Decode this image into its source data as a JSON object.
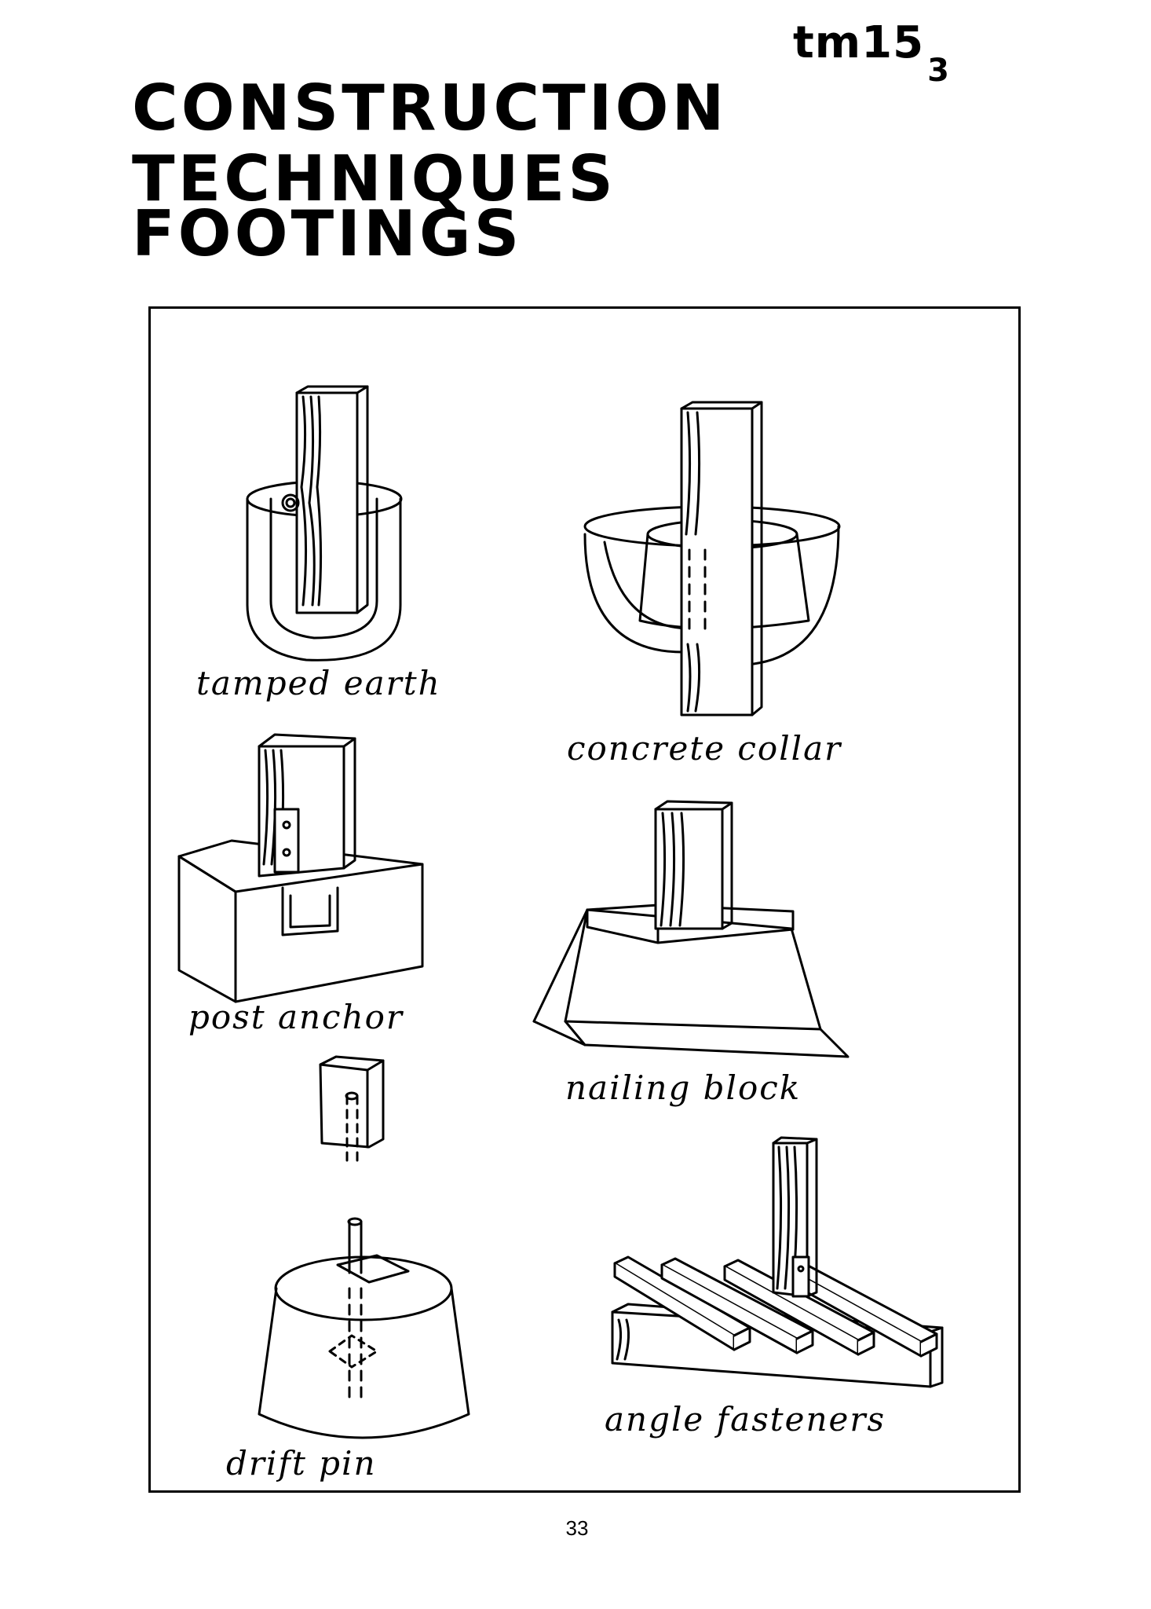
{
  "header": {
    "code": "tm15",
    "code_sub": "3",
    "title_lines": [
      "CONSTRUCTION",
      "TECHNIQUES",
      "FOOTINGS"
    ]
  },
  "figures": [
    {
      "label": "tamped earth",
      "icon": "tamped-earth-drawing"
    },
    {
      "label": "concrete collar",
      "icon": "concrete-collar-drawing"
    },
    {
      "label": "post anchor",
      "icon": "post-anchor-drawing"
    },
    {
      "label": "nailing block",
      "icon": "nailing-block-drawing"
    },
    {
      "label": "drift pin",
      "icon": "drift-pin-drawing"
    },
    {
      "label": "angle fasteners",
      "icon": "angle-fasteners-drawing"
    }
  ],
  "footer": {
    "page_number": "33"
  }
}
